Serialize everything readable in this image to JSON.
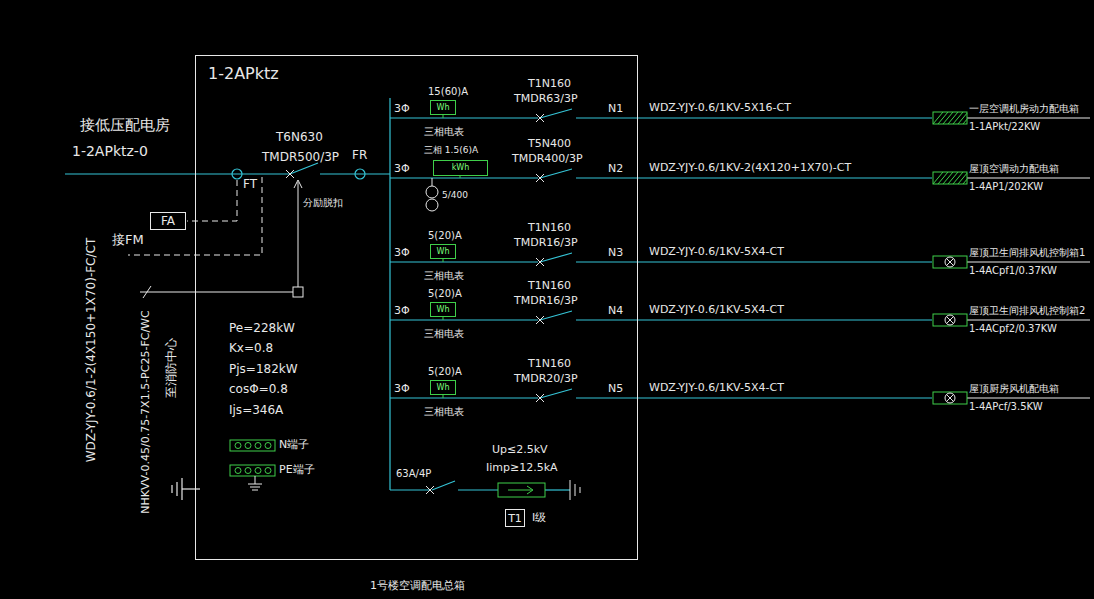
{
  "diagram": {
    "caption": "1号楼空调配电总箱",
    "nodes": [
      {
        "text": [
          "1-2APktz"
        ]
      },
      {
        "text": [
          "FA"
        ]
      },
      {
        "text": [
          "Wh"
        ],
        "in": 0
      },
      {
        "text": [
          "kWh"
        ],
        "in": 0
      },
      {
        "text": [
          "Wh"
        ],
        "in": 0
      },
      {
        "text": [
          "Wh"
        ],
        "in": 0
      },
      {
        "text": [
          "Wh"
        ],
        "in": 0
      },
      {
        "text": [
          "T1"
        ],
        "in": 0
      },
      {
        "text": [
          "一层空调机房动力配电箱",
          "1-1APkt/22KW"
        ]
      },
      {
        "text": [
          "屋顶空调动力配电箱",
          "1-4AP1/202KW"
        ]
      },
      {
        "text": [
          "屋顶卫生间排风机控制箱1",
          "1-4ACpf1/0.37KW"
        ]
      },
      {
        "text": [
          "屋顶卫生间排风机控制箱2",
          "1-4ACpf2/0.37KW"
        ]
      },
      {
        "text": [
          "屋顶厨房风机配电箱",
          "1-4APcf/3.5KW"
        ]
      }
    ],
    "edges": [
      {
        "from": 0,
        "to": 8,
        "arrow": "none",
        "label": "WDZ-YJY-0.6/1KV-5X16-CT"
      },
      {
        "from": 0,
        "to": 9,
        "arrow": "none",
        "label": "WDZ-YJY-0.6/1KV-2(4X120+1X70)-CT"
      },
      {
        "from": 0,
        "to": 10,
        "arrow": "none",
        "label": "WDZ-YJY-0.6/1KV-5X4-CT"
      },
      {
        "from": 0,
        "to": 11,
        "arrow": "none",
        "label": "WDZ-YJY-0.6/1KV-5X4-CT"
      },
      {
        "from": 0,
        "to": 12,
        "arrow": "none",
        "label": "WDZ-YJY-0.6/1KV-5X4-CT"
      }
    ],
    "labels": [
      "接低压配电房",
      "1-2APktz-0",
      "WDZ-YJY-0.6/1-2(4X150+1X70)-FC/CT",
      "接FM",
      "NHKVV-0.45/0.75-7X1.5-PC25-FC/WC",
      "至消防中心",
      "FT",
      "T6N630",
      "TMDR500/3P",
      "FR",
      "分励脱扣",
      "Pe=228kW",
      "Kx=0.8",
      "Pjs=182kW",
      "cosΦ=0.8",
      "Ijs=346A",
      "N端子",
      "PE端子",
      "3Φ",
      "15(60)A",
      "三相电表",
      "T1N160",
      "TMDR63/3P",
      "N1",
      "3Φ",
      "三相 1.5(6)A",
      "5/400",
      "T5N400",
      "TMDR400/3P",
      "N2",
      "3Φ",
      "5(20)A",
      "三相电表",
      "T1N160",
      "TMDR16/3P",
      "N3",
      "3Φ",
      "5(20)A",
      "三相电表",
      "T1N160",
      "TMDR16/3P",
      "N4",
      "3Φ",
      "5(20)A",
      "三相电表",
      "T1N160",
      "TMDR20/3P",
      "N5",
      "63A/4P",
      "Up≤2.5kV",
      "Iimp≥12.5kA",
      "I级"
    ]
  }
}
